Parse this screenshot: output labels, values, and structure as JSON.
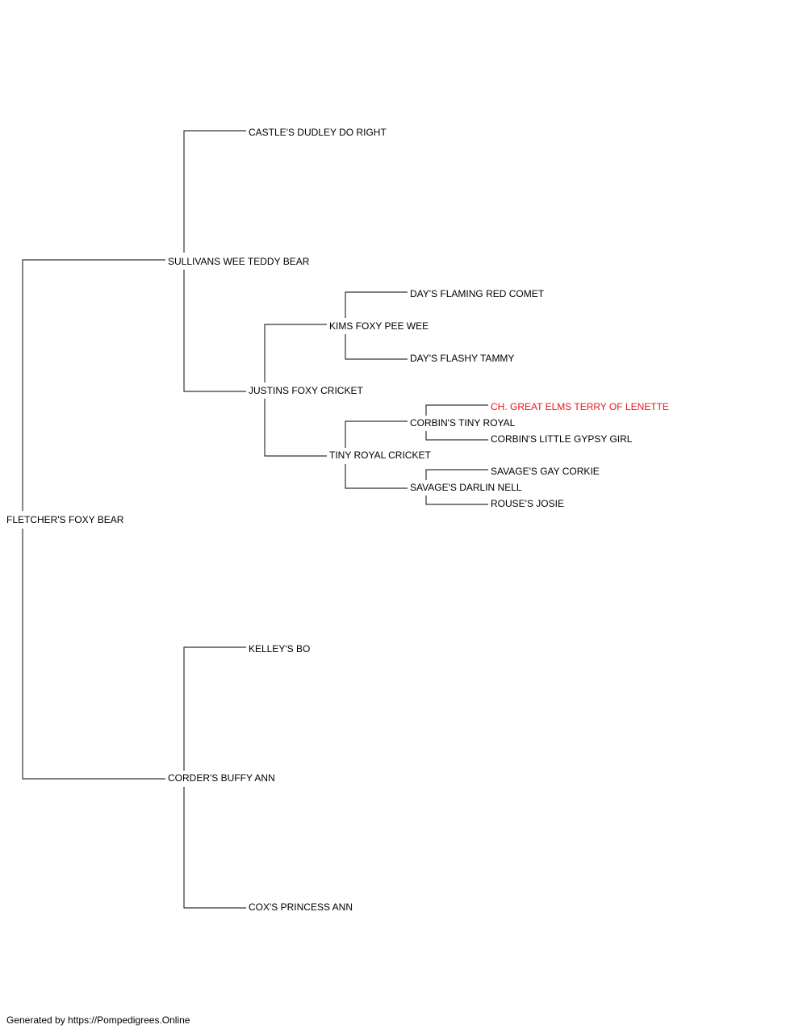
{
  "pedigree": {
    "subject": "FLETCHER'S FOXY BEAR",
    "sire": "SULLIVANS WEE TEDDY BEAR",
    "sire_sire": "CASTLE'S DUDLEY DO RIGHT",
    "sire_dam": "JUSTINS FOXY CRICKET",
    "sire_dam_sire": "KIMS FOXY PEE WEE",
    "sire_dam_sire_sire": "DAY'S FLAMING RED COMET",
    "sire_dam_sire_dam": "DAY'S FLASHY TAMMY",
    "sire_dam_dam": "TINY ROYAL CRICKET",
    "sire_dam_dam_sire": "CORBIN'S TINY ROYAL",
    "sire_dam_dam_sire_sire": "CH. GREAT ELMS TERRY OF LENETTE",
    "sire_dam_dam_sire_dam": "CORBIN'S LITTLE GYPSY GIRL",
    "sire_dam_dam_dam": "SAVAGE'S DARLIN NELL",
    "sire_dam_dam_dam_sire": "SAVAGE'S GAY CORKIE",
    "sire_dam_dam_dam_dam": "ROUSE'S JOSIE",
    "dam": "CORDER'S BUFFY ANN",
    "dam_sire": "KELLEY'S BO",
    "dam_dam": "COX'S PRINCESS ANN"
  },
  "colors": {
    "text": "#000000",
    "highlight": "#e8161c",
    "lines": "#333333"
  },
  "footer": "Generated by https://Pompedigrees.Online"
}
